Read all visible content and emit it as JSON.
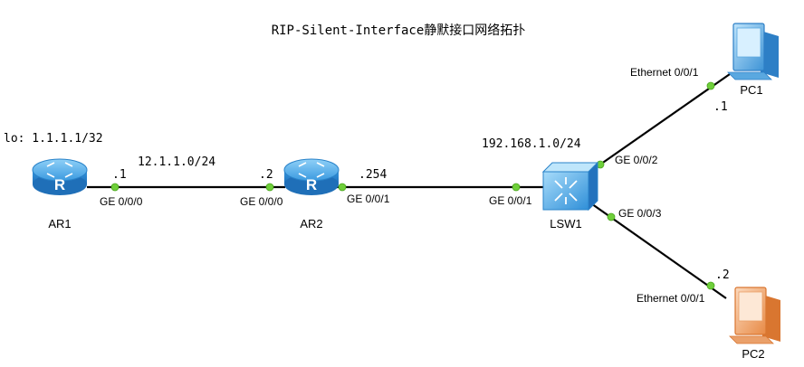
{
  "title": "RIP-Silent-Interface静默接口网络拓扑",
  "devices": {
    "ar1": {
      "name": "AR1",
      "type": "router",
      "loopback": "lo: 1.1.1.1/32"
    },
    "ar2": {
      "name": "AR2",
      "type": "router"
    },
    "lsw1": {
      "name": "LSW1",
      "type": "switch"
    },
    "pc1": {
      "name": "PC1",
      "type": "pc",
      "color": "#4aa3e0"
    },
    "pc2": {
      "name": "PC2",
      "type": "pc",
      "color": "#f0a266"
    }
  },
  "networks": {
    "net1": "12.1.1.0/24",
    "net2": "192.168.1.0/24"
  },
  "links": [
    {
      "from": "AR1",
      "to": "AR2",
      "from_port": "GE 0/0/0",
      "to_port": "GE 0/0/0",
      "from_ip": ".1",
      "to_ip": ".2"
    },
    {
      "from": "AR2",
      "to": "LSW1",
      "from_port": "GE 0/0/1",
      "to_port": "GE 0/0/1",
      "from_ip": ".254"
    },
    {
      "from": "LSW1",
      "to": "PC1",
      "from_port": "GE 0/0/2",
      "to_port": "Ethernet 0/0/1",
      "to_ip": ".1"
    },
    {
      "from": "LSW1",
      "to": "PC2",
      "from_port": "GE 0/0/3",
      "to_port": "Ethernet 0/0/1",
      "to_ip": ".2"
    }
  ],
  "colors": {
    "router_body": "#2e8fd6",
    "switch_body": "#3aa0e6",
    "port_dot": "#6fcf3a",
    "link": "#000000"
  }
}
